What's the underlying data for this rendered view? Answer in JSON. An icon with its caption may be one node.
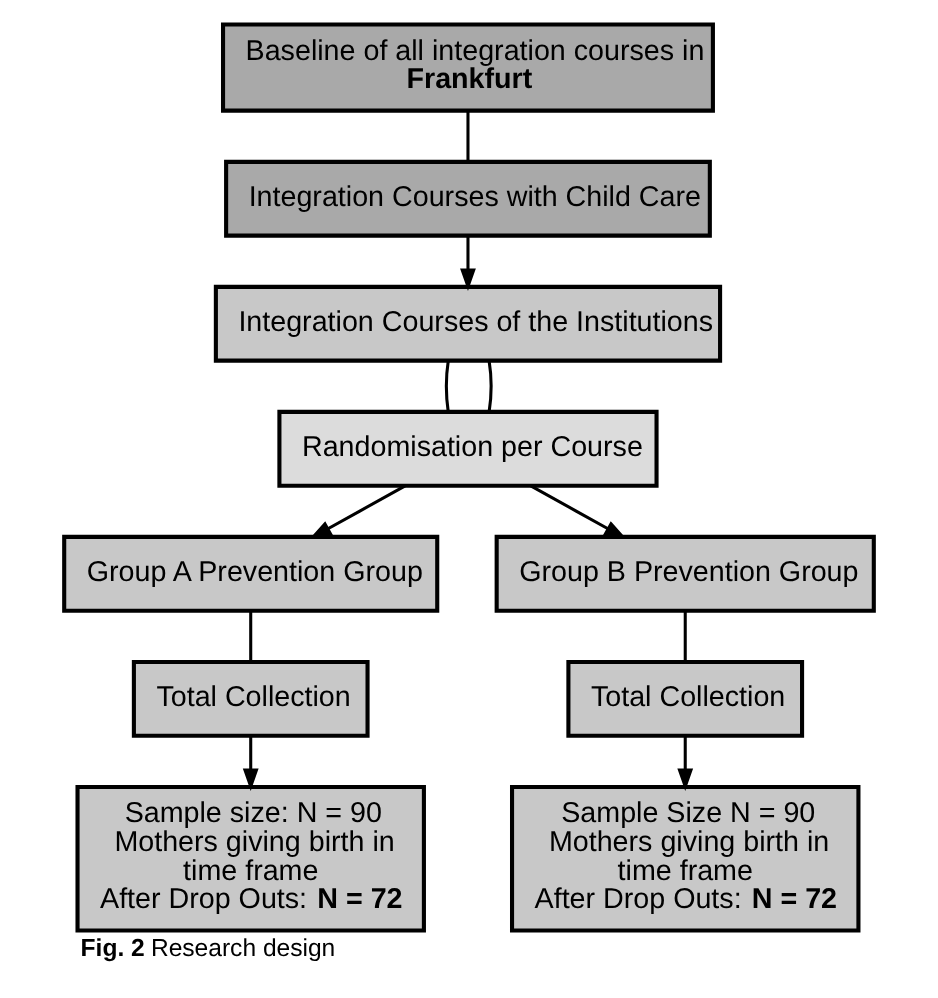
{
  "diagram": {
    "caption": "**Fig. 2** Research design",
    "nodes": [
      {
        "text": [
          "Baseline of all integration courses in **Frankfurt**"
        ]
      },
      {
        "text": [
          "Integration Courses with Child Care"
        ]
      },
      {
        "text": [
          "Integration Courses of the Institutions"
        ]
      },
      {
        "text": [
          "Randomisation per Course"
        ]
      },
      {
        "text": [
          "Group A Prevention Group"
        ]
      },
      {
        "text": [
          "Group B Prevention Group"
        ]
      },
      {
        "text": [
          "Total Collection"
        ]
      },
      {
        "text": [
          "Total Collection"
        ]
      },
      {
        "text": [
          "Sample size: N = 90",
          "Mothers giving birth in time frame",
          "After Drop Outs: **N = 72**"
        ]
      },
      {
        "text": [
          "Sample Size N = 90",
          "Mothers giving birth in time frame",
          "After Drop Outs: **N = 72**"
        ]
      }
    ],
    "edges": [
      {
        "from": 0,
        "to": 1,
        "arrow": "none"
      },
      {
        "from": 1,
        "to": 2,
        "arrow": "to"
      },
      {
        "from": 2,
        "to": 3,
        "arrow": "none"
      },
      {
        "from": 2,
        "to": 3,
        "arrow": "none"
      },
      {
        "from": 3,
        "to": 4,
        "arrow": "to"
      },
      {
        "from": 3,
        "to": 5,
        "arrow": "to"
      },
      {
        "from": 4,
        "to": 6,
        "arrow": "none"
      },
      {
        "from": 5,
        "to": 7,
        "arrow": "none"
      },
      {
        "from": 6,
        "to": 8,
        "arrow": "to"
      },
      {
        "from": 7,
        "to": 9,
        "arrow": "to"
      }
    ]
  }
}
